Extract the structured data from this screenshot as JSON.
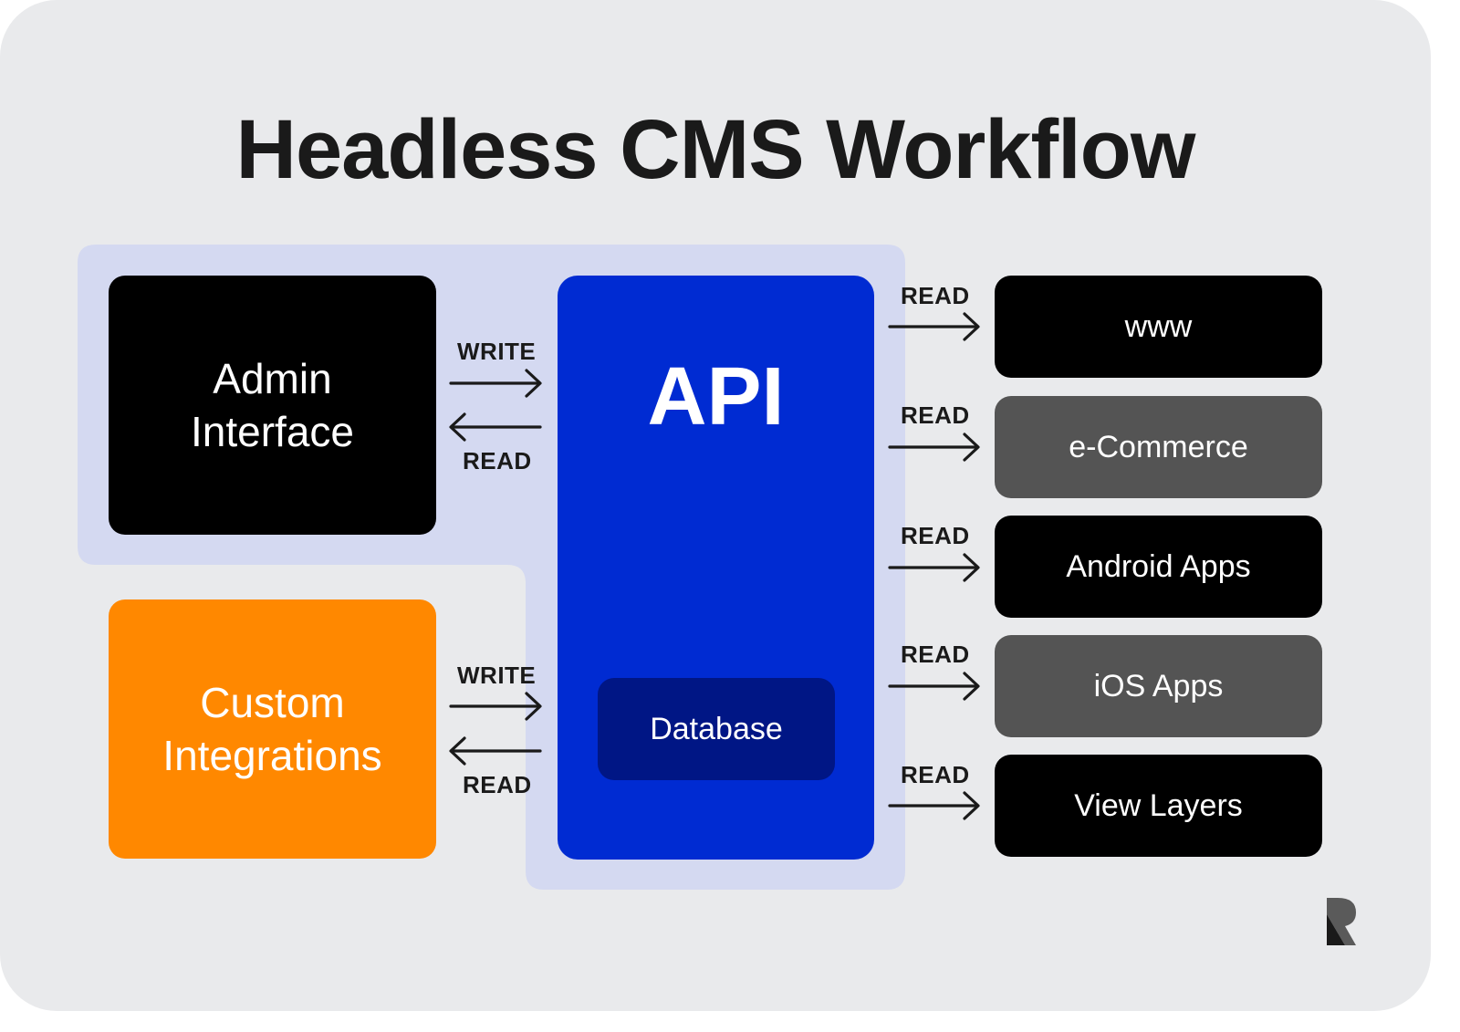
{
  "title": "Headless CMS Workflow",
  "colors": {
    "card_background": "#e9eaec",
    "backdrop": "#d4d9f1",
    "api_blue": "#002bd2",
    "database_blue": "#001685",
    "custom_orange": "#ff8800",
    "dark_box": "#000000",
    "gray_box": "#545454"
  },
  "sources": {
    "admin": "Admin Interface",
    "custom": "Custom Integrations"
  },
  "core": {
    "api": "API",
    "database": "Database"
  },
  "flows": {
    "admin_write": "WRITE",
    "admin_read": "READ",
    "custom_write": "WRITE",
    "custom_read": "READ"
  },
  "outputs": [
    {
      "label": "www",
      "flow": "READ"
    },
    {
      "label": "e-Commerce",
      "flow": "READ"
    },
    {
      "label": "Android Apps",
      "flow": "READ"
    },
    {
      "label": "iOS Apps",
      "flow": "READ"
    },
    {
      "label": "View Layers",
      "flow": "READ"
    }
  ],
  "logo_icon": "r-logo-icon"
}
